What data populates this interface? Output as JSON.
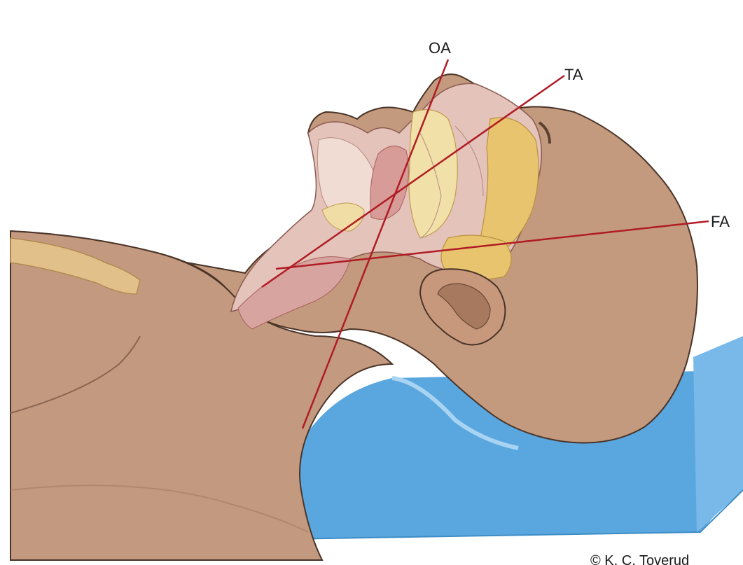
{
  "labels": {
    "oral_axis": "OA",
    "tracheal_axis": "TA",
    "facial_axis": "FA"
  },
  "credit": "© K. C. Toverud",
  "colors": {
    "skin": "#c49a7e",
    "skin_shadow": "#a67c62",
    "outline": "#4a3428",
    "pillow": "#5aa7e0",
    "pillow_light": "#8cc4ee",
    "bone": "#e8c27a",
    "tissue": "#e2b9b0",
    "airway": "#d9a3a0",
    "axis_line": "#b01c24"
  }
}
